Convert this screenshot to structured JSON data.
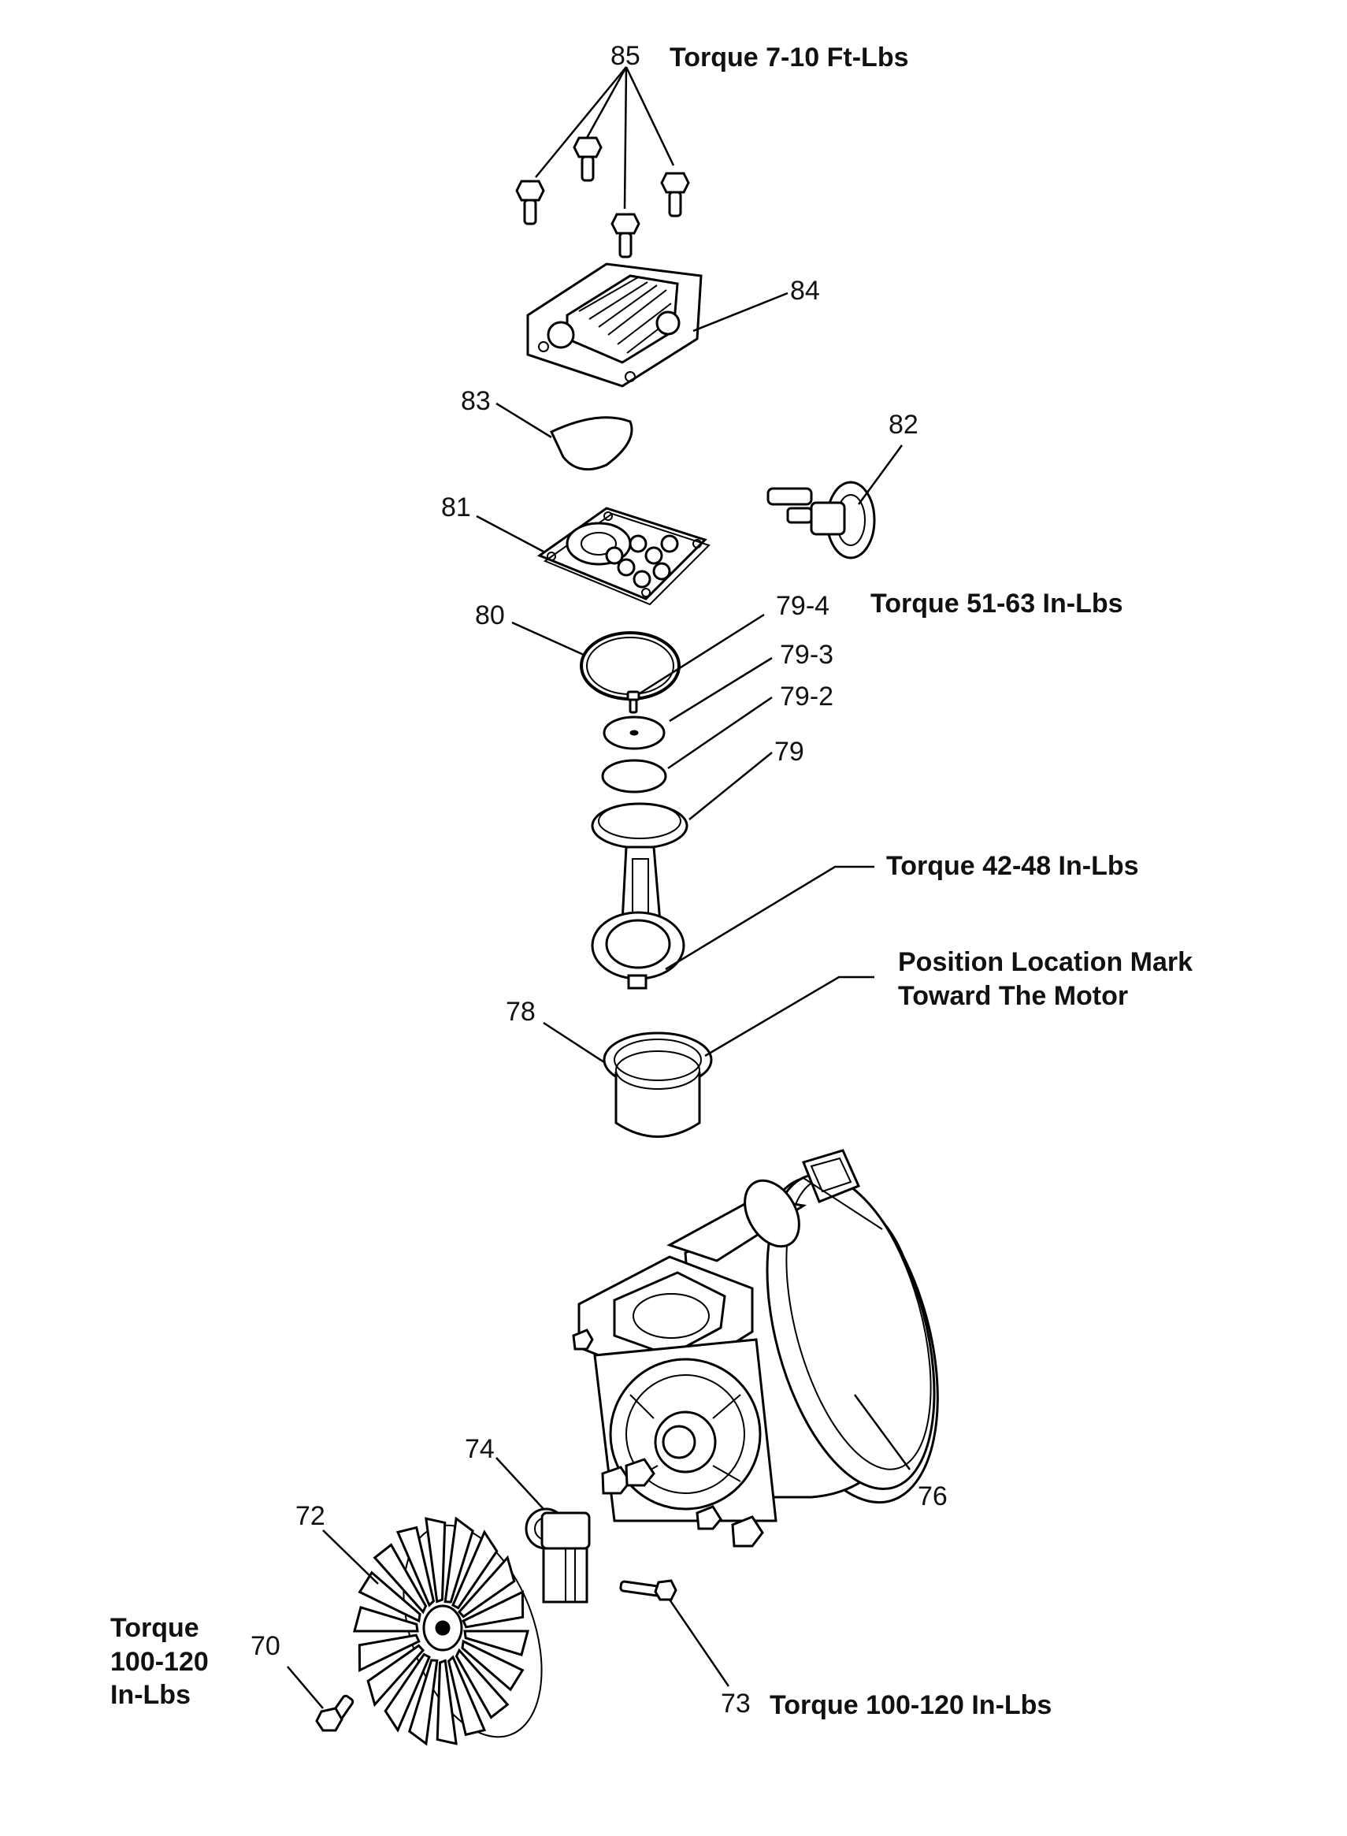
{
  "callouts": {
    "c85": "85",
    "c84": "84",
    "c83": "83",
    "c82": "82",
    "c81": "81",
    "c80": "80",
    "c79_4": "79-4",
    "c79_3": "79-3",
    "c79_2": "79-2",
    "c79": "79",
    "c78": "78",
    "c76": "76",
    "c74": "74",
    "c73": "73",
    "c72": "72",
    "c70": "70"
  },
  "notes": {
    "torque_85": "Torque 7-10 Ft-Lbs",
    "torque_82": "Torque 51-63 In-Lbs",
    "torque_rod": "Torque 42-48 In-Lbs",
    "position_line1": "Position Location Mark",
    "position_line2": "Toward The Motor",
    "torque_70_line1": "Torque",
    "torque_70_line2": "100-120",
    "torque_70_line3": "In-Lbs",
    "torque_73": "Torque 100-120 In-Lbs"
  }
}
